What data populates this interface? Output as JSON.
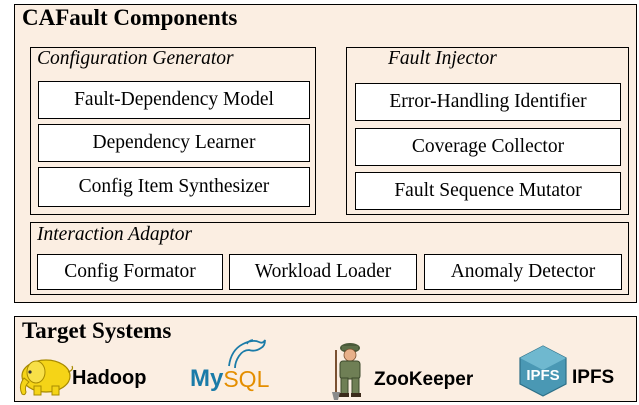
{
  "components": {
    "title": "CAFault Components",
    "configuration_generator": {
      "title": "Configuration Generator",
      "items": [
        "Fault-Dependency Model",
        "Dependency Learner",
        "Config Item Synthesizer"
      ]
    },
    "fault_injector": {
      "title": "Fault Injector",
      "items": [
        "Error-Handling Identifier",
        "Coverage Collector",
        "Fault Sequence Mutator"
      ]
    },
    "interaction_adaptor": {
      "title": "Interaction Adaptor",
      "items": [
        "Config Formator",
        "Workload Loader",
        "Anomaly Detector"
      ]
    }
  },
  "targets": {
    "title": "Target Systems",
    "systems": [
      {
        "name": "Hadoop",
        "icon": "elephant-icon"
      },
      {
        "name": "MySQL",
        "icon": "dolphin-icon",
        "color": "#1a7ba8"
      },
      {
        "name": "ZooKeeper",
        "icon": "zookeeper-icon"
      },
      {
        "name": "IPFS",
        "icon": "ipfs-cube-icon",
        "color": "#3f8aa8"
      }
    ]
  },
  "colors": {
    "panel_fill": "#fbeee2",
    "box_fill": "#ffffff",
    "border": "#000000",
    "hadoop_yellow": "#f5d417",
    "mysql_blue": "#1a7ba8",
    "mysql_orange": "#e48e00",
    "ipfs_teal": "#4a98b4"
  }
}
